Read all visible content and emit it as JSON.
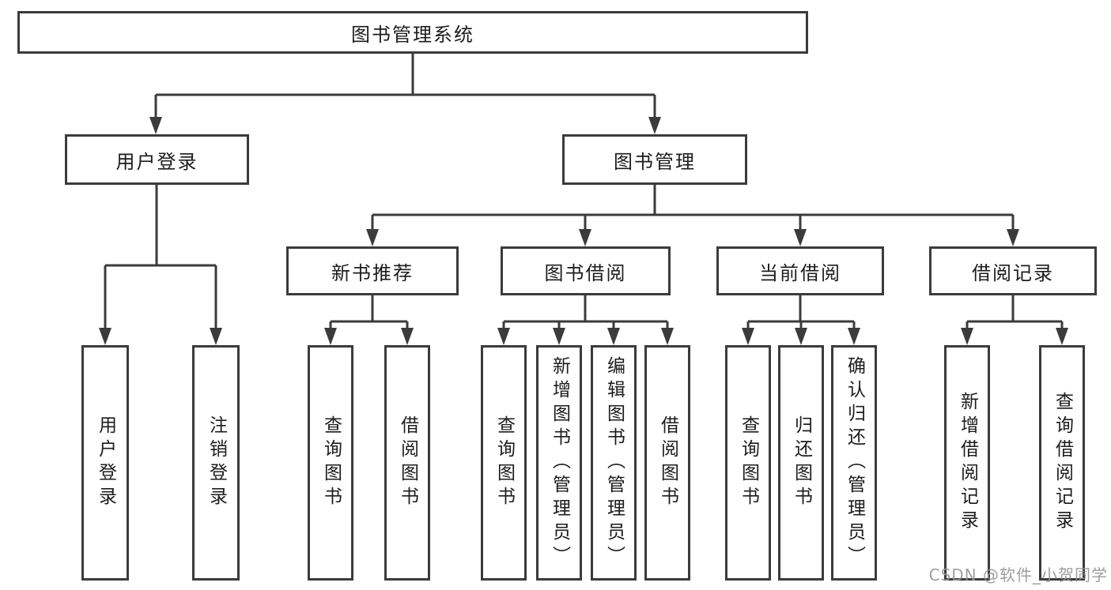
{
  "tree": {
    "root": "图书管理系统",
    "level2": [
      {
        "label": "用户登录",
        "leaves": [
          "用户登录",
          "注销登录"
        ]
      },
      {
        "label": "图书管理",
        "sections": [
          {
            "label": "新书推荐",
            "leaves": [
              "查询图书",
              "借阅图书"
            ]
          },
          {
            "label": "图书借阅",
            "leaves": [
              "查询图书",
              "新增图书（管理员）",
              "编辑图书（管理员）",
              "借阅图书"
            ]
          },
          {
            "label": "当前借阅",
            "leaves": [
              "查询图书",
              "归还图书",
              "确认归还（管理员）"
            ]
          },
          {
            "label": "借阅记录",
            "leaves": [
              "新增借阅记录",
              "查询借阅记录"
            ]
          }
        ]
      }
    ]
  },
  "watermark": "CSDN @软件_小贺同学",
  "colors": {
    "line": "#3b3b3b",
    "text": "#1c1c1c",
    "watermark": "#949494",
    "background": "#ffffff"
  }
}
